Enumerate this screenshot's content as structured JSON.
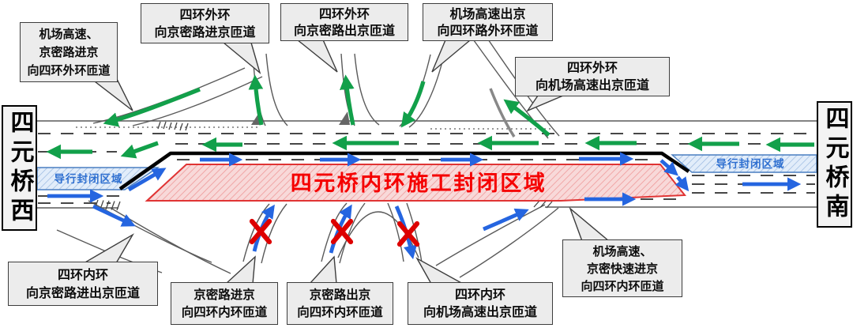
{
  "diagram": {
    "side_labels": {
      "west": "四元桥西",
      "south": "四元桥南"
    },
    "closed_area_label": "四元桥内环施工封闭区域",
    "detour_left_label": "导行封闭区域",
    "detour_right_label": "导行封闭区域",
    "icons": {
      "closed_ramp_x": "✕"
    },
    "colors": {
      "green": "#12a04a",
      "blue": "#2565e0",
      "red-text": "#f50000",
      "red-border": "#e03434",
      "red-fill": "#f8d9d9",
      "red-hatch": "#ef9a9a",
      "blue-region-fill": "#e2edfa",
      "blue-region-hatch": "#98b8e0",
      "blue-region-border": "#4a7fc1",
      "blue-region-text": "#2e6fd0",
      "box-bg": "#ececec",
      "box-border": "#3d3d3d",
      "road": "#5a5a5a",
      "barrier": "#000000",
      "red-x": "#dd0000"
    },
    "callouts": [
      {
        "id": "airport-jingmi-inbound-to-4th-outer",
        "lines": [
          "机场高速、",
          "京密路进京",
          "向四环外环匝道"
        ]
      },
      {
        "id": "4th-outer-to-jingmi-inbound",
        "lines": [
          "四环外环",
          "向京密路进京匝道"
        ]
      },
      {
        "id": "4th-outer-to-jingmi-outbound",
        "lines": [
          "四环外环",
          "向京密路出京匝道"
        ]
      },
      {
        "id": "airport-outbound-to-4th-outer",
        "lines": [
          "机场高速出京",
          "向四环路外环匝道"
        ]
      },
      {
        "id": "4th-outer-to-airport-outbound",
        "lines": [
          "四环外环",
          "向机场高速出京匝道"
        ]
      },
      {
        "id": "4th-inner-to-jingmi",
        "lines": [
          "四环内环",
          "向京密路进出京匝道"
        ]
      },
      {
        "id": "jingmi-inbound-to-4th-inner",
        "lines": [
          "京密路进京",
          "向四环内环匝道"
        ]
      },
      {
        "id": "jingmi-outbound-to-4th-inner",
        "lines": [
          "京密路出京",
          "向四环内环匝道"
        ]
      },
      {
        "id": "4th-inner-to-airport-outbound",
        "lines": [
          "四环内环",
          "向机场高速出京匝道"
        ]
      },
      {
        "id": "airport-jingmi-fast-inbound-to-4th-inner",
        "lines": [
          "机场高速、",
          "京密快速进京",
          "向四环内环匝道"
        ]
      }
    ]
  }
}
